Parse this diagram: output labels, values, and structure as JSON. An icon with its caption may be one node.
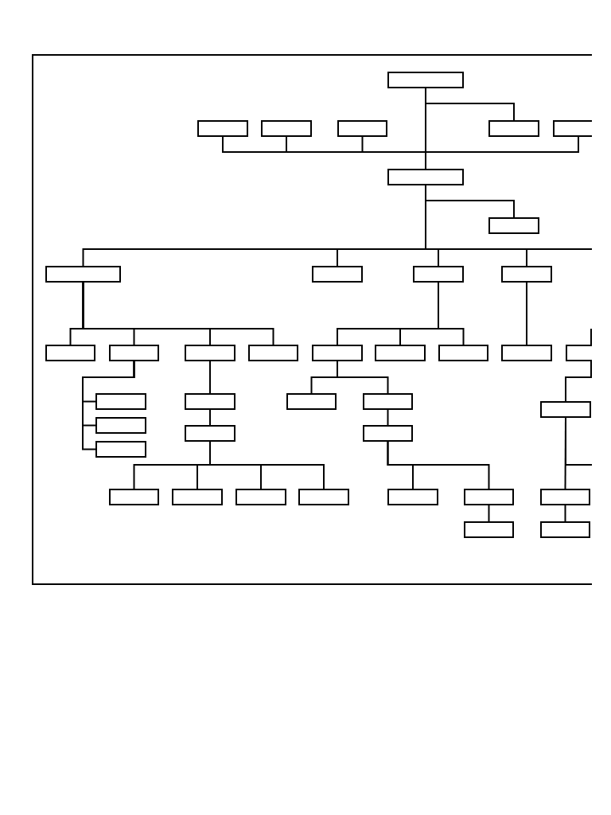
{
  "diagram": {
    "nodes": [
      {
        "text": [],
        "shape": "box"
      },
      {
        "text": [],
        "shape": "box"
      },
      {
        "text": [],
        "shape": "box"
      },
      {
        "text": [],
        "shape": "box"
      },
      {
        "text": [],
        "shape": "box"
      },
      {
        "text": [],
        "shape": "box"
      },
      {
        "text": [],
        "shape": "box"
      },
      {
        "text": [],
        "shape": "box"
      },
      {
        "text": [],
        "shape": "box"
      },
      {
        "text": [],
        "shape": "box"
      },
      {
        "text": [],
        "shape": "box"
      },
      {
        "text": [],
        "shape": "box"
      },
      {
        "text": [],
        "shape": "box"
      },
      {
        "text": [],
        "shape": "box"
      },
      {
        "text": [],
        "shape": "box"
      },
      {
        "text": [],
        "shape": "box"
      },
      {
        "text": [],
        "shape": "box"
      },
      {
        "text": [],
        "shape": "box"
      },
      {
        "text": [],
        "shape": "box"
      },
      {
        "text": [],
        "shape": "box"
      },
      {
        "text": [],
        "shape": "box"
      },
      {
        "text": [],
        "shape": "box"
      },
      {
        "text": [],
        "shape": "box"
      },
      {
        "text": [],
        "shape": "box"
      },
      {
        "text": [],
        "shape": "box"
      },
      {
        "text": [],
        "shape": "box"
      },
      {
        "text": [],
        "shape": "box"
      },
      {
        "text": [],
        "shape": "box"
      },
      {
        "text": [],
        "shape": "box"
      },
      {
        "text": [],
        "shape": "box"
      },
      {
        "text": [],
        "shape": "box"
      },
      {
        "text": [],
        "shape": "box"
      },
      {
        "text": [],
        "shape": "box"
      },
      {
        "text": [],
        "shape": "box"
      },
      {
        "text": [],
        "shape": "box"
      },
      {
        "text": [],
        "shape": "box"
      },
      {
        "text": [],
        "shape": "box"
      },
      {
        "text": [],
        "shape": "box"
      },
      {
        "text": [],
        "shape": "box"
      }
    ],
    "edges": [
      {
        "from": 0,
        "to": 1,
        "arrow": "none"
      },
      {
        "from": 0,
        "to": 2,
        "arrow": "none"
      },
      {
        "from": 0,
        "to": 3,
        "arrow": "none"
      },
      {
        "from": 0,
        "to": 4,
        "arrow": "none"
      },
      {
        "from": 0,
        "to": 5,
        "arrow": "none"
      },
      {
        "from": 0,
        "to": 6,
        "arrow": "none"
      },
      {
        "from": 6,
        "to": 7,
        "arrow": "none"
      },
      {
        "from": 6,
        "to": 8,
        "arrow": "none"
      },
      {
        "from": 6,
        "to": 9,
        "arrow": "none"
      },
      {
        "from": 6,
        "to": 10,
        "arrow": "none"
      },
      {
        "from": 6,
        "to": 11,
        "arrow": "none"
      },
      {
        "from": 6,
        "to": null,
        "arrow": "none"
      },
      {
        "from": 8,
        "to": 12,
        "arrow": "none"
      },
      {
        "from": 8,
        "to": 13,
        "arrow": "none"
      },
      {
        "from": 8,
        "to": 14,
        "arrow": "none"
      },
      {
        "from": 8,
        "to": 15,
        "arrow": "none"
      },
      {
        "from": 10,
        "to": 16,
        "arrow": "none"
      },
      {
        "from": 10,
        "to": 17,
        "arrow": "none"
      },
      {
        "from": 10,
        "to": 18,
        "arrow": "none"
      },
      {
        "from": 11,
        "to": 19,
        "arrow": "none"
      },
      {
        "from": null,
        "to": 20,
        "arrow": "none"
      },
      {
        "from": 13,
        "to": 21,
        "arrow": "none"
      },
      {
        "from": 13,
        "to": 26,
        "arrow": "none"
      },
      {
        "from": 13,
        "to": 29,
        "arrow": "none"
      },
      {
        "from": 14,
        "to": 22,
        "arrow": "none"
      },
      {
        "from": 22,
        "to": 27,
        "arrow": "none"
      },
      {
        "from": 27,
        "to": 30,
        "arrow": "none"
      },
      {
        "from": 27,
        "to": 31,
        "arrow": "none"
      },
      {
        "from": 27,
        "to": 32,
        "arrow": "none"
      },
      {
        "from": 27,
        "to": 33,
        "arrow": "none"
      },
      {
        "from": 16,
        "to": 23,
        "arrow": "none"
      },
      {
        "from": 16,
        "to": 24,
        "arrow": "none"
      },
      {
        "from": 24,
        "to": 28,
        "arrow": "none"
      },
      {
        "from": 28,
        "to": 34,
        "arrow": "none"
      },
      {
        "from": 28,
        "to": 35,
        "arrow": "none"
      },
      {
        "from": 35,
        "to": 37,
        "arrow": "none"
      },
      {
        "from": 20,
        "to": 25,
        "arrow": "none"
      },
      {
        "from": 25,
        "to": 36,
        "arrow": "none"
      },
      {
        "from": 25,
        "to": null,
        "arrow": "none"
      },
      {
        "from": 36,
        "to": 38,
        "arrow": "none"
      }
    ]
  }
}
